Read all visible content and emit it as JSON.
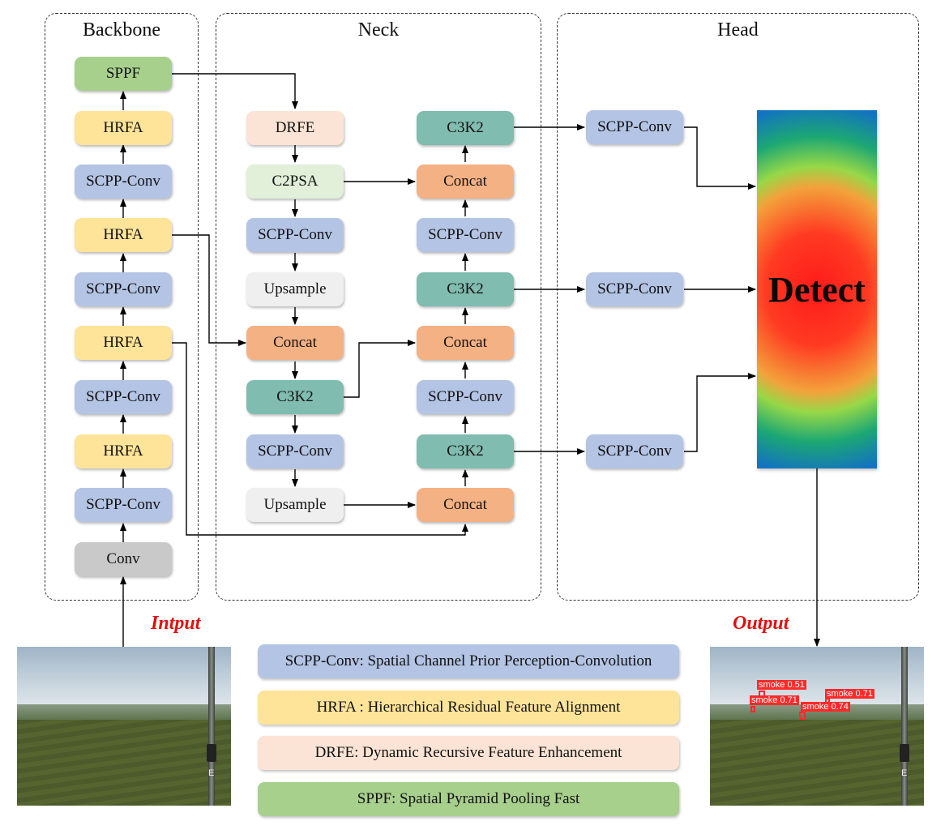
{
  "sections": {
    "backbone": "Backbone",
    "neck": "Neck",
    "head": "Head"
  },
  "backbone": {
    "sppf": "SPPF",
    "hrfa_4": "HRFA",
    "scpp_4": "SCPP-Conv",
    "hrfa_3": "HRFA",
    "scpp_3": "SCPP-Conv",
    "hrfa_2": "HRFA",
    "scpp_2": "SCPP-Conv",
    "hrfa_1": "HRFA",
    "scpp_1": "SCPP-Conv",
    "conv": "Conv"
  },
  "neck_left": {
    "drfe": "DRFE",
    "c2psa": "C2PSA",
    "scpp_a": "SCPP-Conv",
    "upsample_a": "Upsample",
    "concat": "Concat",
    "c3k2": "C3K2",
    "scpp_b": "SCPP-Conv",
    "upsample_b": "Upsample"
  },
  "neck_right": {
    "c3k2_top": "C3K2",
    "concat_top": "Concat",
    "scpp_top": "SCPP-Conv",
    "c3k2_mid": "C3K2",
    "concat_mid": "Concat",
    "scpp_mid": "SCPP-Conv",
    "c3k2_bot": "C3K2",
    "concat_bot": "Concat"
  },
  "head": {
    "scpp_top": "SCPP-Conv",
    "scpp_mid": "SCPP-Conv",
    "scpp_bot": "SCPP-Conv",
    "detect": "Detect"
  },
  "io": {
    "input_label": "Intput",
    "output_label": "Output"
  },
  "detections": [
    {
      "label": "smoke 0.51"
    },
    {
      "label": "smoke 0.71"
    },
    {
      "label": "smoke 0.71"
    },
    {
      "label": "smoke 0.74"
    }
  ],
  "legend": {
    "scpp": "SCPP-Conv: Spatial Channel Prior Perception-Convolution",
    "hrfa": "HRFA : Hierarchical Residual Feature Alignment",
    "drfe": "DRFE: Dynamic Recursive Feature Enhancement",
    "sppf": "SPPF: Spatial Pyramid Pooling Fast"
  },
  "colors": {
    "scpp": "#b4c4e4",
    "hrfa": "#fee499",
    "sppf": "#a7d08c",
    "conv": "#c9c9c9",
    "drfe": "#fbe4d5",
    "c2psa": "#e2efd9",
    "upsample": "#efefef",
    "concat": "#f4b183",
    "c3k2": "#80bcaf",
    "io_label": "#e01010",
    "detection": "#ff2a2a"
  }
}
